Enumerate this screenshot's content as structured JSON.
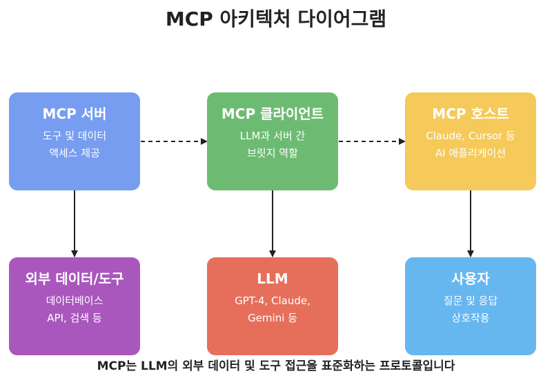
{
  "title": "MCP 아키텍처 다이어그램",
  "boxes": {
    "mcp_server": {
      "title": "MCP 서버",
      "line1": "도구 및 데이터",
      "line2": "액세스 제공",
      "color": "#779df0"
    },
    "mcp_client": {
      "title": "MCP 클라이언트",
      "line1": "LLM과 서버 간",
      "line2": "브릿지 역할",
      "color": "#6dbb72"
    },
    "mcp_host": {
      "title": "MCP 호스트",
      "line1": "Claude, Cursor 등",
      "line2": "AI 애플리케이션",
      "color": "#f5c95a"
    },
    "external": {
      "title": "외부 데이터/도구",
      "line1": "데이터베이스",
      "line2": "API, 검색 등",
      "color": "#a957bd"
    },
    "llm": {
      "title": "LLM",
      "line1": "GPT-4, Claude,",
      "line2": "Gemini 등",
      "color": "#e66f5c"
    },
    "user": {
      "title": "사용자",
      "line1": "질문 및 응답",
      "line2": "상호작용",
      "color": "#66b6f0"
    }
  },
  "footer": "MCP는 LLM의 외부 데이터 및 도구 접근을 표준화하는 프로토콜입니다",
  "colors": {
    "arrow": "#222222",
    "text": "#222222"
  }
}
